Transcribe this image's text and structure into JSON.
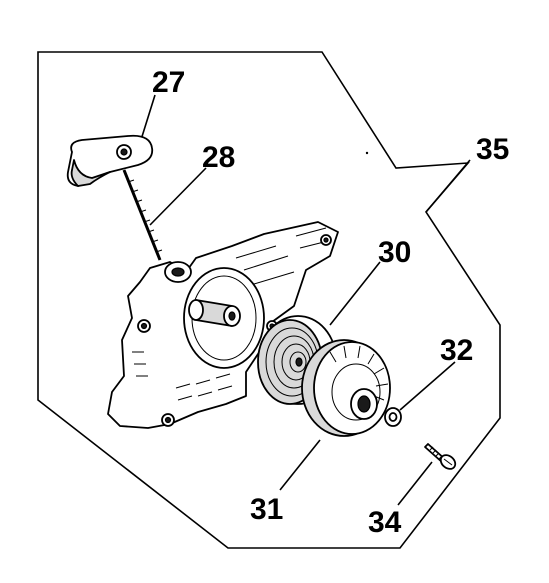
{
  "diagram": {
    "callouts": [
      {
        "id": "27",
        "label": "27"
      },
      {
        "id": "28",
        "label": "28"
      },
      {
        "id": "30",
        "label": "30"
      },
      {
        "id": "31",
        "label": "31"
      },
      {
        "id": "32",
        "label": "32"
      },
      {
        "id": "34",
        "label": "34"
      },
      {
        "id": "35",
        "label": "35"
      }
    ]
  }
}
